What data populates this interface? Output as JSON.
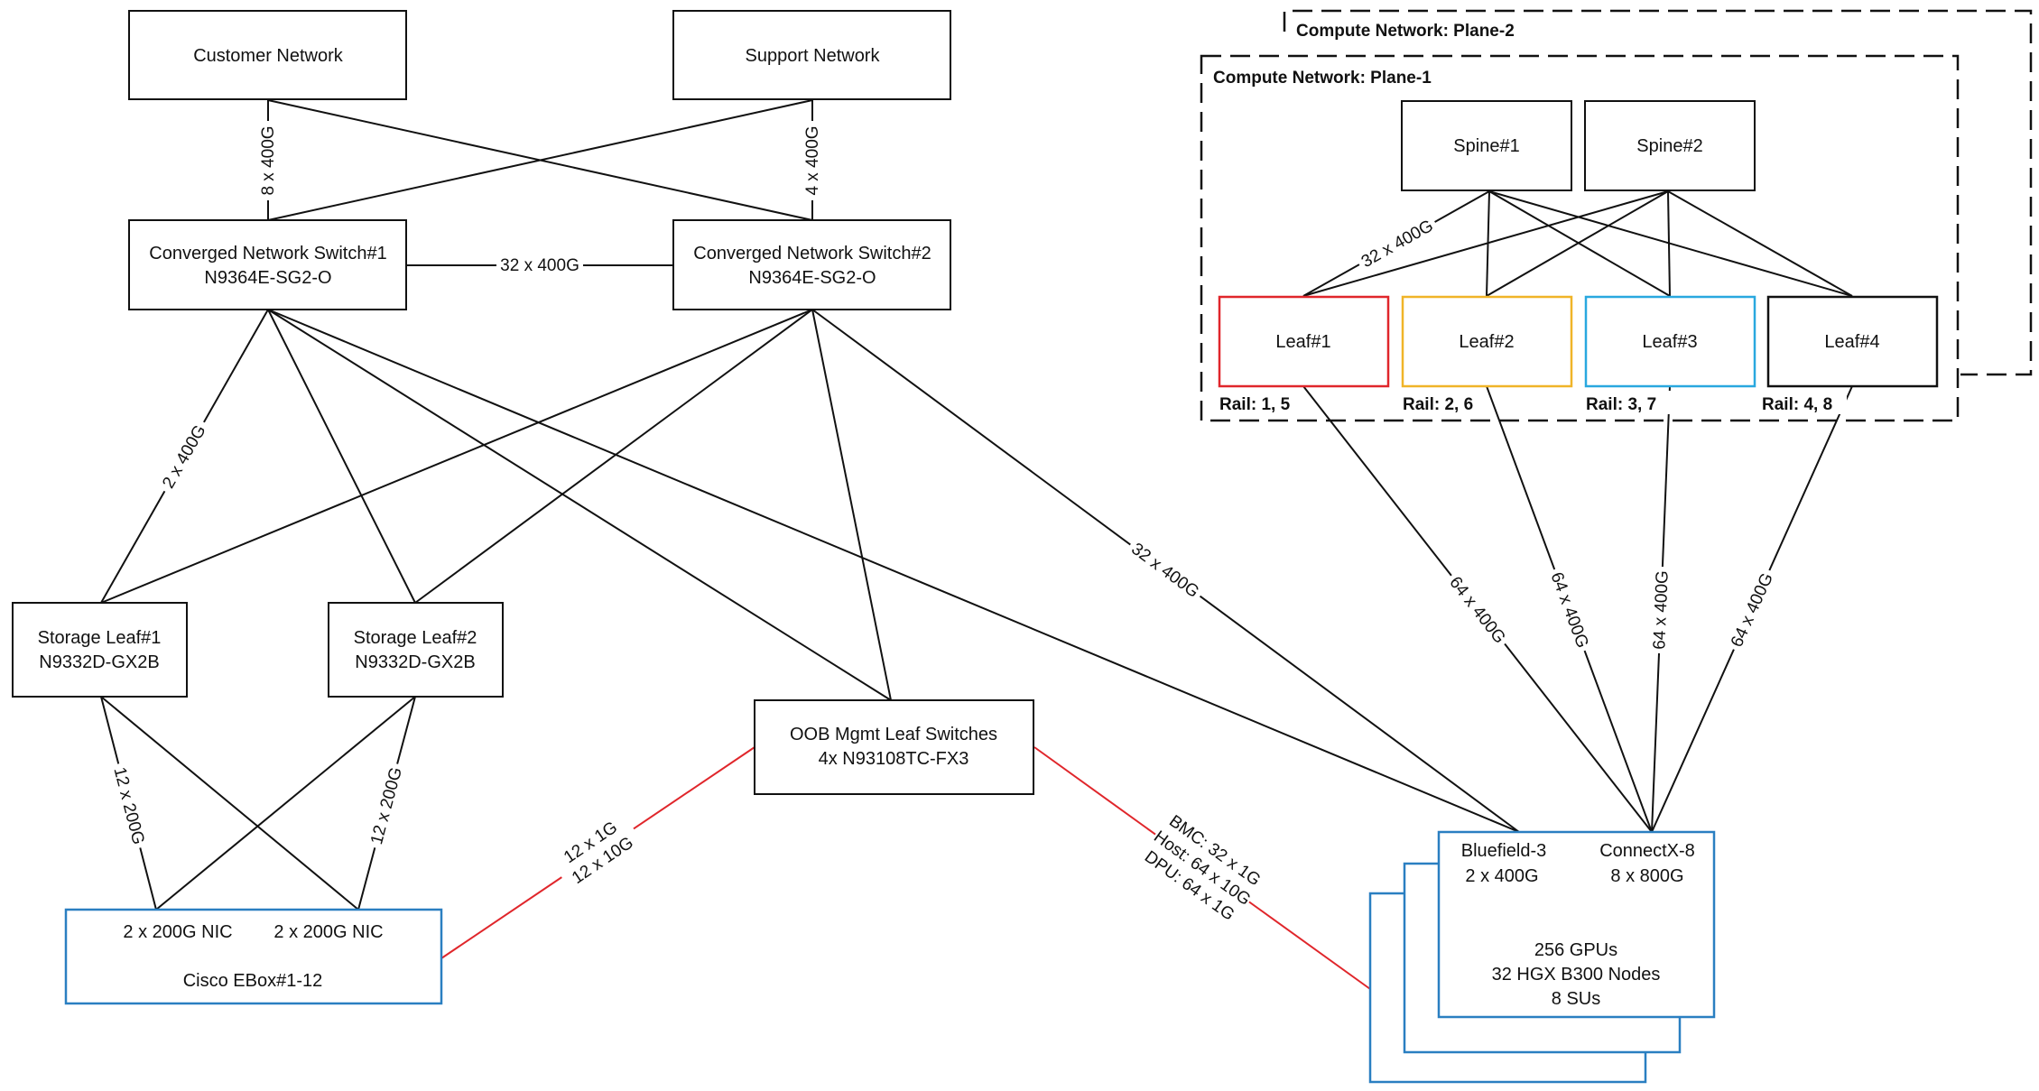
{
  "colors": {
    "line": "#111111",
    "oob_link": "#e0262b",
    "leaf1": "#e0262b",
    "leaf2": "#f0b428",
    "leaf3": "#29a8df",
    "leaf4": "#111111",
    "ebox": "#2a7fc1",
    "compute": "#2a7fc1"
  },
  "nodes": {
    "customer": {
      "line1": "Customer Network"
    },
    "support": {
      "line1": "Support Network"
    },
    "cns1": {
      "line1": "Converged Network Switch#1",
      "line2": "N9364E-SG2-O"
    },
    "cns2": {
      "line1": "Converged Network Switch#2",
      "line2": "N9364E-SG2-O"
    },
    "storage1": {
      "line1": "Storage Leaf#1",
      "line2": "N9332D-GX2B"
    },
    "storage2": {
      "line1": "Storage Leaf#2",
      "line2": "N9332D-GX2B"
    },
    "oob": {
      "line1": "OOB Mgmt Leaf Switches",
      "line2": "4x N93108TC-FX3"
    },
    "ebox": {
      "nic1": "2 x 200G NIC",
      "nic2": "2 x 200G NIC",
      "name": "Cisco EBox#1-12"
    },
    "spine1": {
      "line1": "Spine#1"
    },
    "spine2": {
      "line1": "Spine#2"
    },
    "leaf1": {
      "line1": "Leaf#1",
      "rail": "Rail: 1, 5"
    },
    "leaf2": {
      "line1": "Leaf#2",
      "rail": "Rail: 2, 6"
    },
    "leaf3": {
      "line1": "Leaf#3",
      "rail": "Rail: 3, 7"
    },
    "leaf4": {
      "line1": "Leaf#4",
      "rail": "Rail: 4, 8"
    },
    "compute": {
      "bf_name": "Bluefield-3",
      "bf_speed": "2 x 400G",
      "cx_name": "ConnectX-8",
      "cx_speed": "8 x 800G",
      "gpus": "256 GPUs",
      "nodes": "32 HGX B300 Nodes",
      "sus": "8 SUs"
    }
  },
  "planes": {
    "plane1": "Compute Network: Plane-1",
    "plane2": "Compute Network: Plane-2"
  },
  "edge_labels": {
    "customer_cns1": "8 x 400G",
    "support_cns2": "4 x 400G",
    "cns_interlink": "32 x 400G",
    "spine_leaf": "32 x 400G",
    "cns1_storage1": "2 x 400G",
    "cns2_compute": "32 x 400G",
    "leaf1_compute": "64 x 400G",
    "leaf2_compute": "64 x 400G",
    "leaf3_compute": "64 x 400G",
    "leaf4_compute": "64 x 400G",
    "storage1_ebox": "12 x 200G",
    "storage2_ebox": "12 x 200G",
    "oob_ebox_1": "12 x 1G",
    "oob_ebox_2": "12 x 10G",
    "oob_compute_1": "BMC: 32 x 1G",
    "oob_compute_2": "Host: 64 x 10G",
    "oob_compute_3": "DPU: 64 x 1G"
  }
}
